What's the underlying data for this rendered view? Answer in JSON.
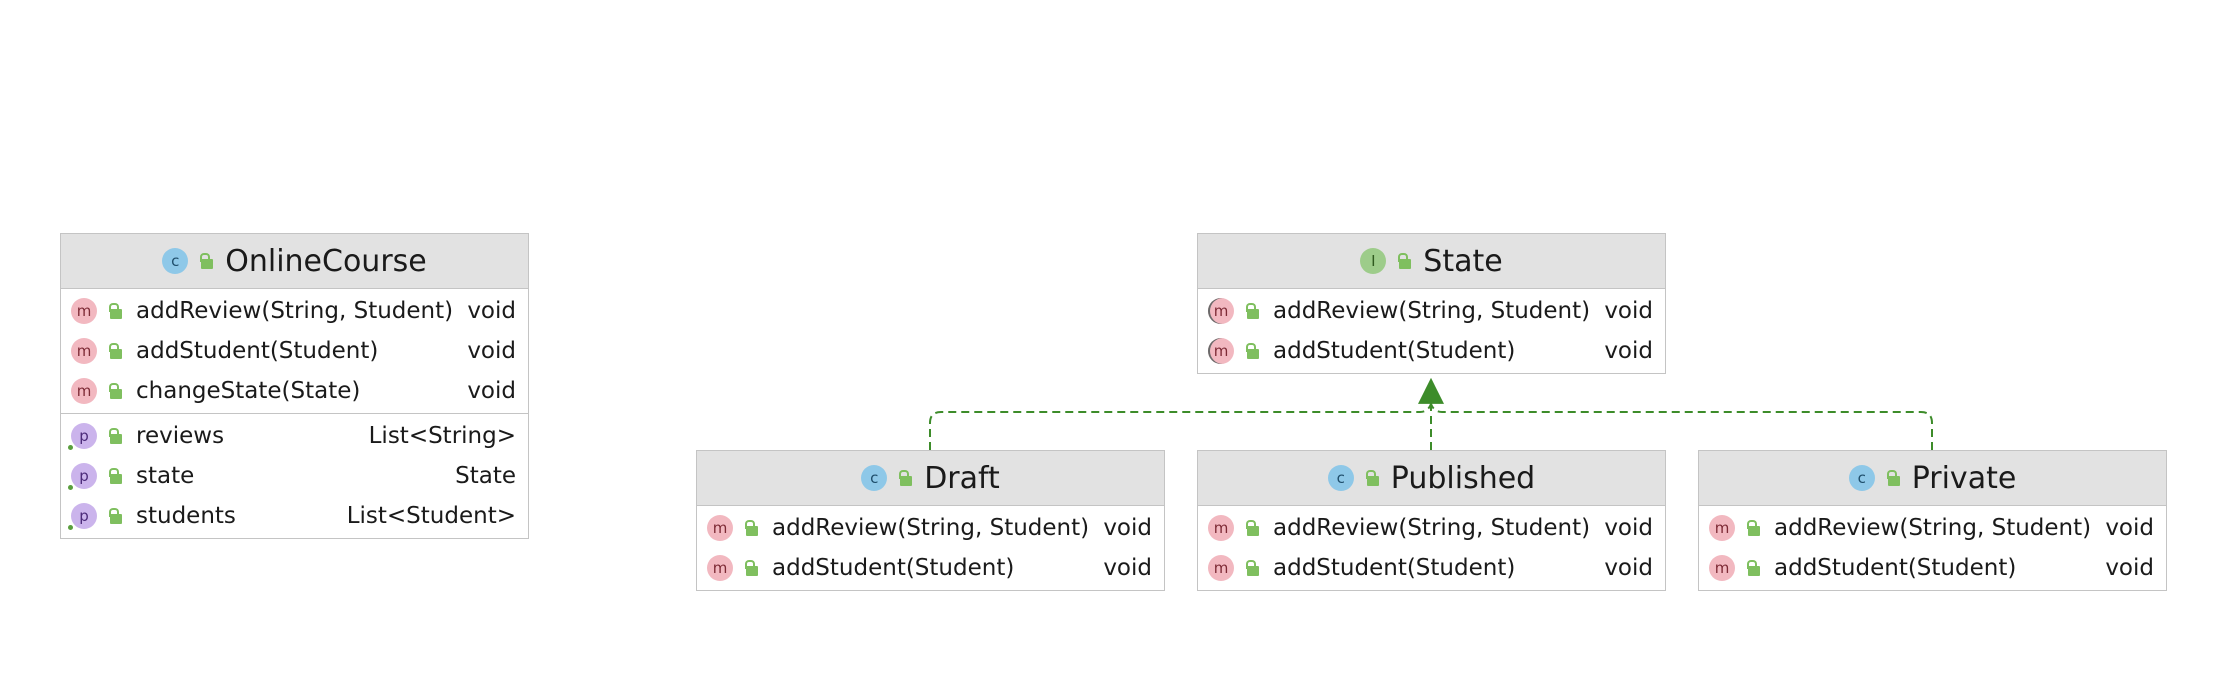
{
  "diagram": {
    "relation_color": "#3d8c2a",
    "classes": [
      {
        "name": "OnlineCourse",
        "kind": "class",
        "kind_badge": "c",
        "methods": [
          {
            "name": "addReview(String, Student)",
            "type": "void"
          },
          {
            "name": "addStudent(Student)",
            "type": "void"
          },
          {
            "name": "changeState(State)",
            "type": "void"
          }
        ],
        "properties": [
          {
            "name": "reviews",
            "type": "List<String>"
          },
          {
            "name": "state",
            "type": "State"
          },
          {
            "name": "students",
            "type": "List<Student>"
          }
        ]
      },
      {
        "name": "State",
        "kind": "interface",
        "kind_badge": "I",
        "methods": [
          {
            "name": "addReview(String, Student)",
            "type": "void"
          },
          {
            "name": "addStudent(Student)",
            "type": "void"
          }
        ]
      },
      {
        "name": "Draft",
        "kind": "class",
        "kind_badge": "c",
        "methods": [
          {
            "name": "addReview(String, Student)",
            "type": "void"
          },
          {
            "name": "addStudent(Student)",
            "type": "void"
          }
        ]
      },
      {
        "name": "Published",
        "kind": "class",
        "kind_badge": "c",
        "methods": [
          {
            "name": "addReview(String, Student)",
            "type": "void"
          },
          {
            "name": "addStudent(Student)",
            "type": "void"
          }
        ]
      },
      {
        "name": "Private",
        "kind": "class",
        "kind_badge": "c",
        "methods": [
          {
            "name": "addReview(String, Student)",
            "type": "void"
          },
          {
            "name": "addStudent(Student)",
            "type": "void"
          }
        ]
      }
    ],
    "relations": [
      {
        "from": "Draft",
        "to": "State",
        "type": "implements"
      },
      {
        "from": "Published",
        "to": "State",
        "type": "implements"
      },
      {
        "from": "Private",
        "to": "State",
        "type": "implements"
      }
    ],
    "icons": {
      "class": "class-icon",
      "interface": "interface-icon",
      "method": "method-icon",
      "property": "property-icon",
      "visibility": "public-lock-icon"
    }
  }
}
